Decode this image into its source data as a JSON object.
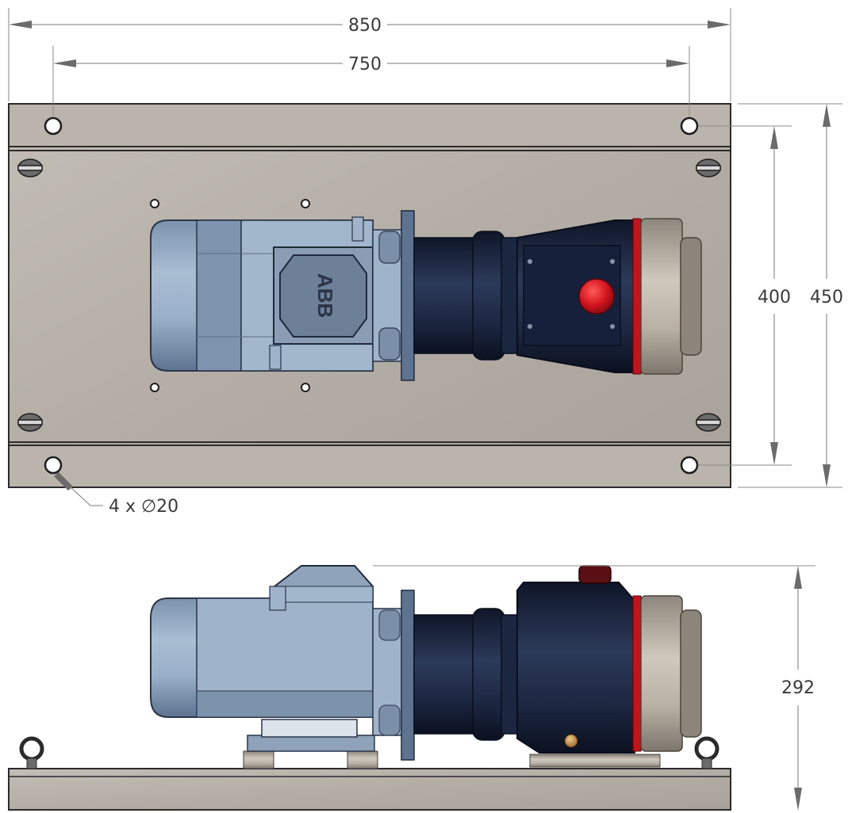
{
  "dimensions": {
    "overall_width": "850",
    "hole_spacing_x": "750",
    "hole_spacing_y": "400",
    "overall_depth": "450",
    "overall_height": "292",
    "hole_callout": "4 x ∅20"
  },
  "motor_brand": "ABB",
  "colors": {
    "frame": "#b8b2aa",
    "motor": "#8fa3bb",
    "pump_body": "#1e2a44",
    "accent_red": "#d0121b",
    "steel": "#a9a39a"
  }
}
